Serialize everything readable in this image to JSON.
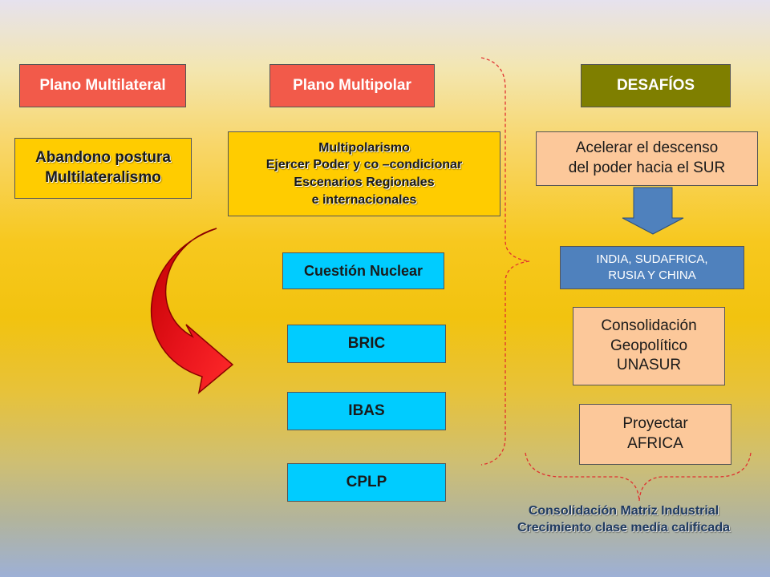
{
  "headers": {
    "multilateral": "Plano Multilateral",
    "multipolar": "Plano Multipolar",
    "desafios": "DESAFÍOS"
  },
  "left": {
    "box_lines": [
      "Abandono postura",
      "Multilateralismo"
    ]
  },
  "middle": {
    "multipolar_lines": [
      "Multipolarismo",
      "Ejercer Poder y co –condicionar",
      "Escenarios Regionales",
      "e internacionales"
    ],
    "nuclear": "Cuestión Nuclear",
    "bric": "BRIC",
    "ibas": "IBAS",
    "cplp": "CPLP"
  },
  "right": {
    "acelerar_lines": [
      "Acelerar el descenso",
      "del poder hacia el SUR"
    ],
    "countries_lines": [
      "INDIA, SUDAFRICA,",
      "RUSIA Y CHINA"
    ],
    "consolidacion_lines": [
      "Consolidación",
      "Geopolítico",
      "UNASUR"
    ],
    "proyectar_lines": [
      "Proyectar",
      "AFRICA"
    ]
  },
  "footer": {
    "lines": [
      "Consolidación Matriz Industrial",
      "Crecimiento clase media calificada"
    ]
  },
  "colors": {
    "header_red": "#f25a4a",
    "header_olive": "#7f7f00",
    "box_yellow": "#ffcc00",
    "box_cyan": "#00ccff",
    "box_peach": "#fcc89a",
    "box_blue": "#4f81bd",
    "arrow_red": "#e8141c",
    "brace_red": "#e03030"
  },
  "icons": {
    "curved_arrow": "curved-arrow-icon",
    "down_arrow": "down-arrow-icon"
  }
}
